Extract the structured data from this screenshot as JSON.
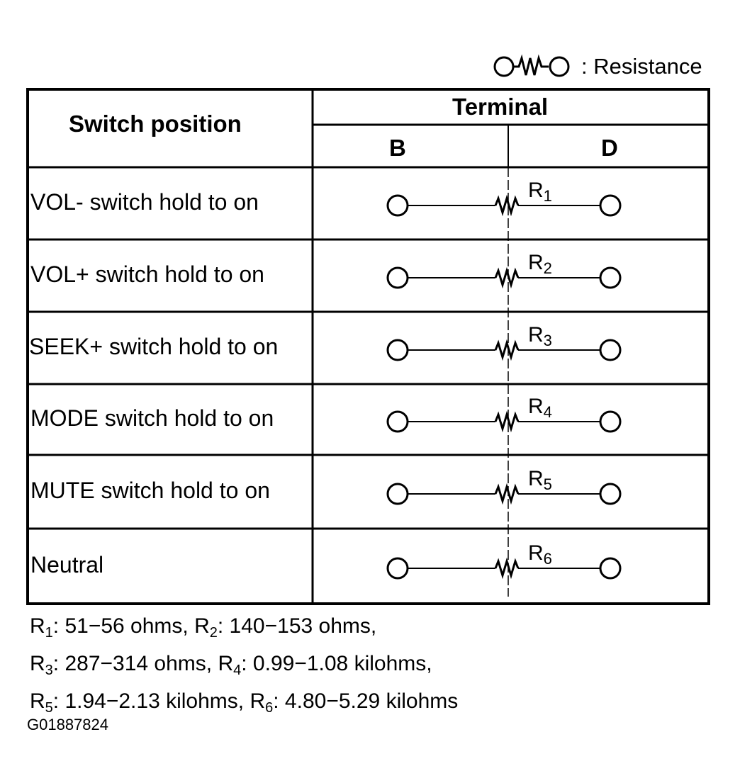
{
  "legend": {
    "symbol_icon": "resistor-symbol-icon",
    "text": ": Resistance"
  },
  "table": {
    "header_switch": "Switch position",
    "header_terminal": "Terminal",
    "terminal_b": "B",
    "terminal_d": "D",
    "rows": [
      {
        "label": "VOL- switch hold to on",
        "r_letter": "R",
        "r_index": "1"
      },
      {
        "label": "VOL+ switch hold to on",
        "r_letter": "R",
        "r_index": "2"
      },
      {
        "label": "SEEK+ switch hold to on",
        "r_letter": "R",
        "r_index": "3"
      },
      {
        "label": "MODE switch hold to on",
        "r_letter": "R",
        "r_index": "4"
      },
      {
        "label": "MUTE switch hold to on",
        "r_letter": "R",
        "r_index": "5"
      },
      {
        "label": "Neutral",
        "r_letter": "R",
        "r_index": "6"
      }
    ]
  },
  "notes": [
    [
      {
        "r": "R",
        "i": "1",
        "v": ": 51−56 ohms, "
      },
      {
        "r": "R",
        "i": "2",
        "v": ": 140−153 ohms,"
      }
    ],
    [
      {
        "r": "R",
        "i": "3",
        "v": ": 287−314 ohms, "
      },
      {
        "r": "R",
        "i": "4",
        "v": ": 0.99−1.08 kilohms,"
      }
    ],
    [
      {
        "r": "R",
        "i": "5",
        "v": ": 1.94−2.13 kilohms, "
      },
      {
        "r": "R",
        "i": "6",
        "v": ": 4.80−5.29 kilohms"
      }
    ]
  ],
  "code": "G01887824"
}
